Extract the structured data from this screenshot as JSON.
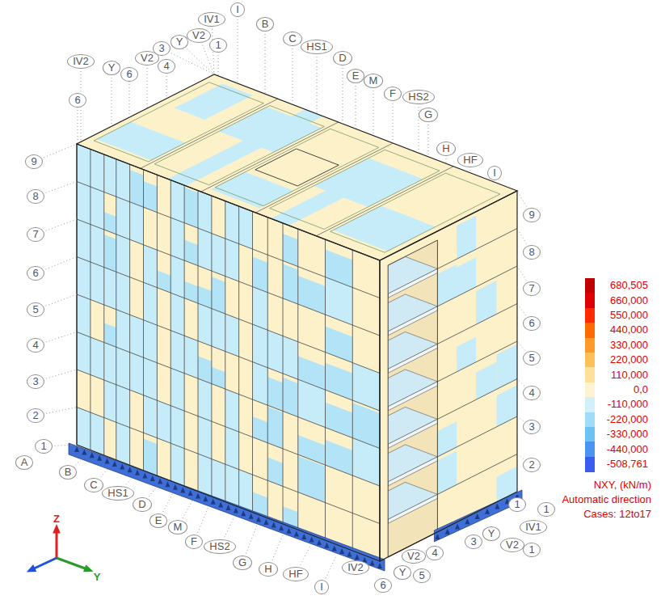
{
  "diagram": {
    "nodes": [
      {
        "text": [
          "I"
        ]
      },
      {
        "text": [
          "IV1"
        ]
      },
      {
        "text": [
          "B"
        ]
      },
      {
        "text": [
          "3"
        ]
      },
      {
        "text": [
          "Y"
        ]
      },
      {
        "text": [
          "V2"
        ]
      },
      {
        "text": [
          "1"
        ]
      },
      {
        "text": [
          "C"
        ]
      },
      {
        "text": [
          "HS1"
        ]
      },
      {
        "text": [
          "D"
        ]
      },
      {
        "text": [
          "IV2"
        ]
      },
      {
        "text": [
          "Y"
        ]
      },
      {
        "text": [
          "6"
        ]
      },
      {
        "text": [
          "V2"
        ]
      },
      {
        "text": [
          "4"
        ]
      },
      {
        "text": [
          "E"
        ]
      },
      {
        "text": [
          "M"
        ]
      },
      {
        "text": [
          "F"
        ]
      },
      {
        "text": [
          "HS2"
        ]
      },
      {
        "text": [
          "G"
        ]
      },
      {
        "text": [
          "6"
        ]
      },
      {
        "text": [
          "H"
        ]
      },
      {
        "text": [
          "HF"
        ]
      },
      {
        "text": [
          "I"
        ]
      },
      {
        "text": [
          "9"
        ]
      },
      {
        "text": [
          "9"
        ]
      },
      {
        "text": [
          "8"
        ]
      },
      {
        "text": [
          "8"
        ]
      },
      {
        "text": [
          "7"
        ]
      },
      {
        "text": [
          "7"
        ]
      },
      {
        "text": [
          "6"
        ]
      },
      {
        "text": [
          "6"
        ]
      },
      {
        "text": [
          "5"
        ]
      },
      {
        "text": [
          "5"
        ]
      },
      {
        "text": [
          "4"
        ]
      },
      {
        "text": [
          "4"
        ]
      },
      {
        "text": [
          "3"
        ]
      },
      {
        "text": [
          "3"
        ]
      },
      {
        "text": [
          "2"
        ]
      },
      {
        "text": [
          "2"
        ]
      },
      {
        "text": [
          "1"
        ]
      },
      {
        "text": [
          "A"
        ]
      },
      {
        "text": [
          "B"
        ]
      },
      {
        "text": [
          "C"
        ]
      },
      {
        "text": [
          "HS1"
        ]
      },
      {
        "text": [
          "D"
        ]
      },
      {
        "text": [
          "1"
        ]
      },
      {
        "text": [
          "1"
        ]
      },
      {
        "text": [
          "E"
        ]
      },
      {
        "text": [
          "M"
        ]
      },
      {
        "text": [
          "IV1"
        ]
      },
      {
        "text": [
          "Y"
        ]
      },
      {
        "text": [
          "3"
        ]
      },
      {
        "text": [
          "F"
        ]
      },
      {
        "text": [
          "V2"
        ]
      },
      {
        "text": [
          "HS2"
        ]
      },
      {
        "text": [
          "1"
        ]
      },
      {
        "text": [
          "4"
        ]
      },
      {
        "text": [
          "V2"
        ]
      },
      {
        "text": [
          "G"
        ]
      },
      {
        "text": [
          "IV2"
        ]
      },
      {
        "text": [
          "H"
        ]
      },
      {
        "text": [
          "Y"
        ]
      },
      {
        "text": [
          "5"
        ]
      },
      {
        "text": [
          "HF"
        ]
      },
      {
        "text": [
          "6"
        ]
      },
      {
        "text": [
          "I"
        ]
      }
    ],
    "labels": [
      "Z",
      "Y",
      "NXY, (kN/m)",
      "Automatic direction",
      "Cases: 12to17"
    ],
    "legend": [
      {
        "text": "680,505",
        "color": "#c00000"
      },
      {
        "text": "660,000",
        "color": "#dd0000"
      },
      {
        "text": "550,000",
        "color": "#ff2a00"
      },
      {
        "text": "440,000",
        "color": "#ff6a00"
      },
      {
        "text": "330,000",
        "color": "#ff9a2a"
      },
      {
        "text": "220,000",
        "color": "#ffc058"
      },
      {
        "text": "110,000",
        "color": "#ffe09a"
      },
      {
        "text": "0,0",
        "color": "#fff3d2"
      },
      {
        "text": "-110,000",
        "color": "#d2f0fb"
      },
      {
        "text": "-220,000",
        "color": "#9fdcf7"
      },
      {
        "text": "-330,000",
        "color": "#6cc2f2"
      },
      {
        "text": "-440,000",
        "color": "#4a95f2"
      },
      {
        "text": "-508,761",
        "color": "#3a5cf0"
      }
    ]
  }
}
